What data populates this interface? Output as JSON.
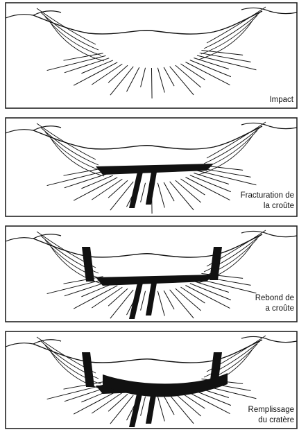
{
  "panels": [
    {
      "id": "impact",
      "label_lines": [
        "Impact"
      ]
    },
    {
      "id": "fracturation",
      "label_lines": [
        "Fracturation de",
        "la croûte"
      ]
    },
    {
      "id": "rebond",
      "label_lines": [
        "Rebond de",
        "a croûte"
      ]
    },
    {
      "id": "remplissage",
      "label_lines": [
        "Remplissage",
        "du cratère"
      ]
    }
  ],
  "colors": {
    "ink": "#111111",
    "frame": "#222222",
    "background": "#ffffff"
  }
}
